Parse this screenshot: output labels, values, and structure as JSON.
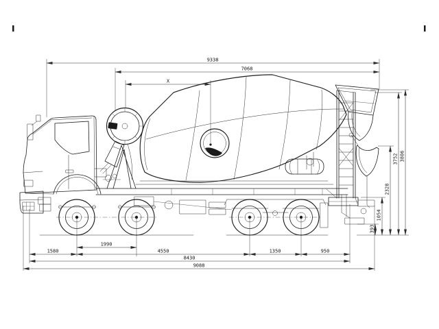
{
  "drawing": {
    "subject": "concrete-mixer-truck-side-view-blueprint",
    "background": "#ffffff",
    "line_color": "#1d1d1d",
    "dimensions": {
      "top": [
        "9338",
        "7068",
        "X"
      ],
      "bottom": [
        "1990",
        "1580",
        "4550",
        "1350",
        "950",
        "8430",
        "9088"
      ],
      "right": [
        "3806",
        "3752",
        "2328",
        "1054",
        "393"
      ]
    }
  }
}
